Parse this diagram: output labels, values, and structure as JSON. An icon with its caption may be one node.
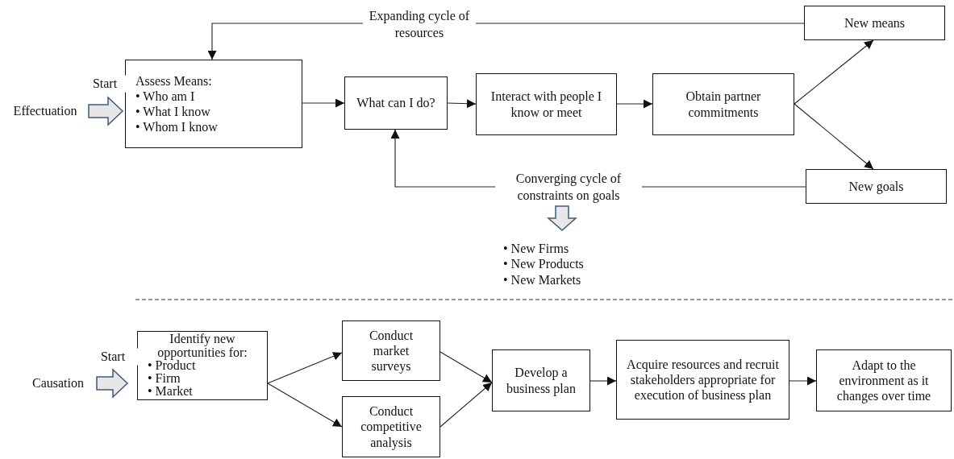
{
  "diagram": {
    "nodes": [
      {
        "text": [
          "Effectuation"
        ]
      },
      {
        "text": [
          "Assess Means:",
          "• Who am I",
          "• What I know",
          "• Whom I know"
        ]
      },
      {
        "text": [
          "What can I do?"
        ]
      },
      {
        "text": [
          "Interact with people I know or meet"
        ]
      },
      {
        "text": [
          "Obtain partner commitments"
        ]
      },
      {
        "text": [
          "New means"
        ]
      },
      {
        "text": [
          "New goals"
        ]
      },
      {
        "text": [
          "• New Firms",
          "• New Products",
          "• New Markets"
        ]
      },
      {
        "text": [
          "Causation"
        ]
      },
      {
        "text": [
          "Identify new opportunities for:",
          "• Product",
          "• Firm",
          "• Market"
        ]
      },
      {
        "text": [
          "Conduct market surveys"
        ]
      },
      {
        "text": [
          "Conduct competitive analysis"
        ]
      },
      {
        "text": [
          "Develop a business plan"
        ]
      },
      {
        "text": [
          "Acquire resources and recruit stakeholders appropriate for execution of business plan"
        ]
      },
      {
        "text": [
          "Adapt to the environment as it changes over time"
        ]
      }
    ],
    "edges": [
      {
        "from": 0,
        "to": 1,
        "arrow": "to",
        "style": "thick",
        "label": "Start"
      },
      {
        "from": 1,
        "to": 2,
        "arrow": "to"
      },
      {
        "from": 2,
        "to": 3,
        "arrow": "to"
      },
      {
        "from": 3,
        "to": 4,
        "arrow": "to"
      },
      {
        "from": 4,
        "to": 5,
        "arrow": "to"
      },
      {
        "from": 4,
        "to": 6,
        "arrow": "to"
      },
      {
        "from": 5,
        "to": 1,
        "arrow": "to",
        "label": "Expanding cycle of resources"
      },
      {
        "from": 6,
        "to": 2,
        "arrow": "to",
        "label": "Converging cycle of constraints on goals"
      },
      {
        "from": null,
        "to": 7,
        "arrow": "to",
        "style": "thick"
      },
      {
        "from": 8,
        "to": 9,
        "arrow": "to",
        "style": "thick",
        "label": "Start"
      },
      {
        "from": 9,
        "to": 10,
        "arrow": "to"
      },
      {
        "from": 9,
        "to": 11,
        "arrow": "to"
      },
      {
        "from": 10,
        "to": 12,
        "arrow": "to"
      },
      {
        "from": 11,
        "to": 12,
        "arrow": "to"
      },
      {
        "from": 12,
        "to": 13,
        "arrow": "to"
      },
      {
        "from": 13,
        "to": 14,
        "arrow": "to"
      }
    ]
  }
}
